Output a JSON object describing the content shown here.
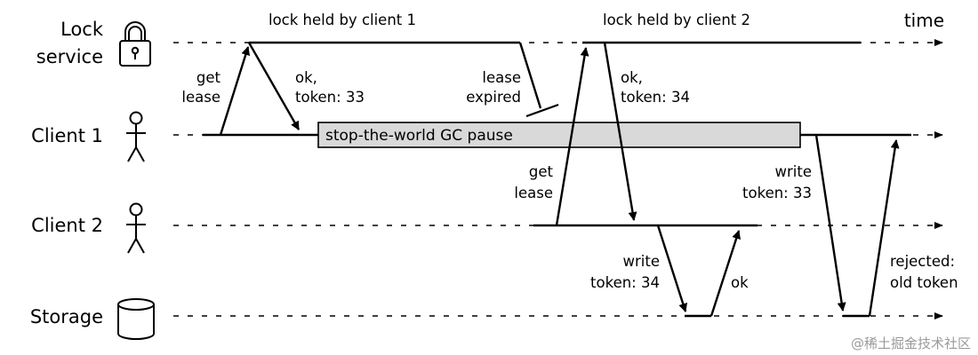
{
  "lanes": {
    "lock_service": [
      "Lock",
      "service"
    ],
    "client1": "Client 1",
    "client2": "Client 2",
    "storage": "Storage"
  },
  "axis": {
    "time_label": "time"
  },
  "annotations": {
    "lock_held_1": "lock held by client 1",
    "lock_held_2": "lock held by client 2",
    "get_lease_1": [
      "get",
      "lease"
    ],
    "ok_token_33": [
      "ok,",
      "token: 33"
    ],
    "lease_expired": [
      "lease",
      "expired"
    ],
    "ok_token_34": [
      "ok,",
      "token: 34"
    ],
    "gc_pause": "stop-the-world GC pause",
    "get_lease_2": [
      "get",
      "lease"
    ],
    "write_token_33": [
      "write",
      "token: 33"
    ],
    "write_token_34": [
      "write",
      "token: 34"
    ],
    "ok": "ok",
    "rejected": [
      "rejected:",
      "old token"
    ]
  },
  "watermark": "@稀土掘金技术社区",
  "icons": {
    "lock_service": "padlock-icon",
    "client1": "stick-figure-icon",
    "client2": "stick-figure-icon",
    "storage": "database-cylinder-icon"
  }
}
